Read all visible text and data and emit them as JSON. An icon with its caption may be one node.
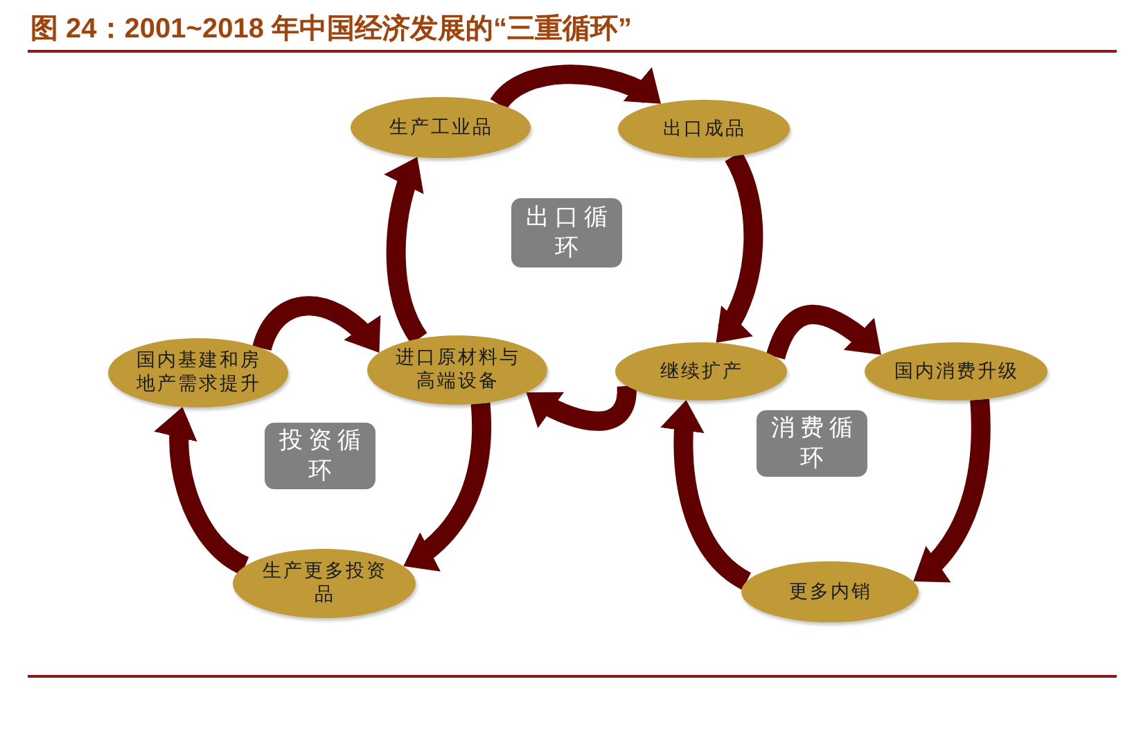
{
  "diagram": {
    "title": "图 24：2001~2018 年中国经济发展的“三重循环”",
    "nodes": [
      {
        "text": [
          "生产工业品"
        ]
      },
      {
        "text": [
          "出口成品"
        ]
      },
      {
        "text": [
          "出口循环"
        ]
      },
      {
        "text": [
          "国内基建和房地产需求提升"
        ]
      },
      {
        "text": [
          "进口原材料与高端设备"
        ]
      },
      {
        "text": [
          "继续扩产"
        ]
      },
      {
        "text": [
          "国内消费升级"
        ]
      },
      {
        "text": [
          "投资循环"
        ]
      },
      {
        "text": [
          "消费循环"
        ]
      },
      {
        "text": [
          "生产更多投资品"
        ]
      },
      {
        "text": [
          "更多内销"
        ]
      }
    ],
    "edges": [
      {
        "from": 0,
        "to": 1,
        "arrow": "to"
      },
      {
        "from": 1,
        "to": 5,
        "arrow": "to"
      },
      {
        "from": 5,
        "to": 6,
        "arrow": "to"
      },
      {
        "from": 6,
        "to": 10,
        "arrow": "to"
      },
      {
        "from": 10,
        "to": 5,
        "arrow": "to"
      },
      {
        "from": 5,
        "to": 4,
        "arrow": "to"
      },
      {
        "from": 4,
        "to": 0,
        "arrow": "to"
      },
      {
        "from": 4,
        "to": 9,
        "arrow": "to"
      },
      {
        "from": 9,
        "to": 3,
        "arrow": "to"
      },
      {
        "from": 3,
        "to": 4,
        "arrow": "to"
      }
    ]
  }
}
